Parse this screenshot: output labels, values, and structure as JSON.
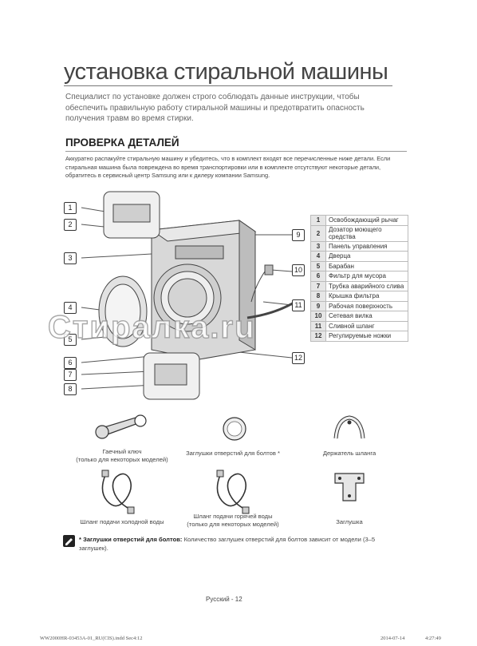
{
  "page": {
    "title": "установка стиральной машины",
    "intro": "Специалист по установке должен строго соблюдать данные инструкции, чтобы обеспечить правильную работу стиральной машины и предотвратить опасность получения травм во время стирки.",
    "section_title": "ПРОВЕРКА ДЕТАЛЕЙ",
    "section_text": "Аккуратно распакуйте стиральную машину и убедитесь, что в комплект входят все перечисленные ниже детали. Если стиральная машина была повреждена во время транспортировки или в комплекте отсутствуют некоторые детали, обратитесь в сервисный центр Samsung или к дилеру компании Samsung."
  },
  "callouts": [
    "1",
    "2",
    "3",
    "4",
    "5",
    "6",
    "7",
    "8",
    "9",
    "10",
    "11",
    "12"
  ],
  "parts": [
    {
      "num": "1",
      "label": "Освобождающий рычаг"
    },
    {
      "num": "2",
      "label": "Дозатор моющего средства"
    },
    {
      "num": "3",
      "label": "Панель управления"
    },
    {
      "num": "4",
      "label": "Дверца"
    },
    {
      "num": "5",
      "label": "Барабан"
    },
    {
      "num": "6",
      "label": "Фильтр для мусора"
    },
    {
      "num": "7",
      "label": "Трубка аварийного слива"
    },
    {
      "num": "8",
      "label": "Крышка фильтра"
    },
    {
      "num": "9",
      "label": "Рабочая поверхность"
    },
    {
      "num": "10",
      "label": "Сетевая вилка"
    },
    {
      "num": "11",
      "label": "Сливной шланг"
    },
    {
      "num": "12",
      "label": "Регулируемые ножки"
    }
  ],
  "accessories": [
    {
      "label": "Гаечный ключ\n(только для некоторых моделей)",
      "icon": "wrench-icon"
    },
    {
      "label": "Заглушки отверстий для болтов *",
      "icon": "bolt-cap-icon"
    },
    {
      "label": "Держатель шланга",
      "icon": "hose-holder-icon"
    },
    {
      "label": "Шланг подачи холодной воды",
      "icon": "cold-hose-icon"
    },
    {
      "label": "Шланг подачи горячей воды\n(только для некоторых моделей)",
      "icon": "hot-hose-icon"
    },
    {
      "label": "Заглушка",
      "icon": "cap-icon"
    }
  ],
  "note": {
    "bold": "* Заглушки отверстий для болтов:",
    "text": " Количество заглушек отверстий для болтов зависит от модели (3–5 заглушек)."
  },
  "footer": {
    "page": "Русский - 12",
    "file": "WW2000HR-03453A-01_RU(CIS).indd   Sec4:12",
    "date": "2014-07-14",
    "time": "4:27:49"
  },
  "watermark": "Стиралка.ru",
  "colors": {
    "text": "#333333",
    "table_num_bg": "#e6e6e6",
    "rule": "#777777"
  }
}
